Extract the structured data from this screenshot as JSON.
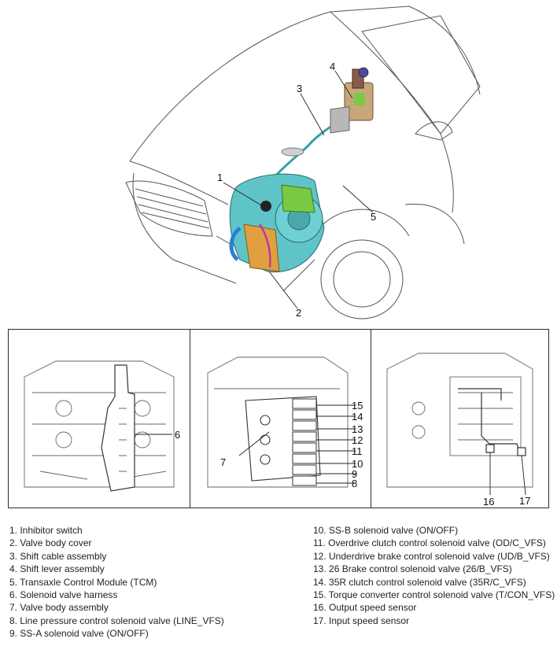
{
  "callouts": {
    "c1": "1",
    "c2": "2",
    "c3": "3",
    "c4": "4",
    "c5": "5",
    "c6": "6",
    "c7": "7",
    "c8": "8",
    "c9": "9",
    "c10": "10",
    "c11": "11",
    "c12": "12",
    "c13": "13",
    "c14": "14",
    "c15": "15",
    "c16": "16",
    "c17": "17"
  },
  "legend": {
    "left": [
      "1. Inhibitor switch",
      "2. Valve body cover",
      "3. Shift cable assembly",
      "4. Shift lever assembly",
      "5. Transaxle Control Module (TCM)",
      "6. Solenoid valve harness",
      "7. Valve body assembly",
      "8. Line pressure control solenoid valve (LINE_VFS)",
      "9. SS-A solenoid valve (ON/OFF)"
    ],
    "right": [
      "10. SS-B solenoid valve (ON/OFF)",
      "11. Overdrive clutch control solenoid valve (OD/C_VFS)",
      "12. Underdrive brake control solenoid valve (UD/B_VFS)",
      "13. 26 Brake control solenoid valve (26/B_VFS)",
      "14. 35R clutch control solenoid valve (35R/C_VFS)",
      "15. Torque converter control solenoid valve (T/CON_VFS)",
      "16. Output speed sensor",
      "17. Input speed sensor"
    ]
  },
  "colors": {
    "transaxle": "#5fc4c8",
    "valve_cover": "#e0a040",
    "tcm": "#b8b8b8",
    "cable": "#3aa0a0",
    "gear_green": "#7ac943",
    "harness_magenta": "#c0389a",
    "hose_blue": "#2b7fd6",
    "line": "#444444"
  }
}
